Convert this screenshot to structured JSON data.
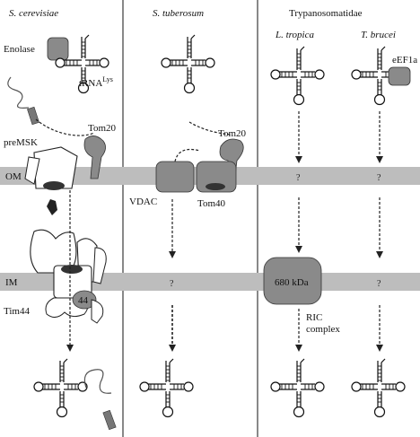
{
  "columns": {
    "col1": "S. cerevisiae",
    "col2": "S. tuberosum",
    "col3": "Trypanosomatidae",
    "col3a": "L. tropica",
    "col3b": "T. brucei"
  },
  "membranes": {
    "om": "OM",
    "im": "IM"
  },
  "labels": {
    "enolase": "Enolase",
    "trna_main": "tRNA",
    "trna_sup": "Lys",
    "tom20_a": "Tom20",
    "premsk": "preMSK",
    "tom20_b": "Tom20",
    "vdac": "VDAC",
    "tom40": "Tom40",
    "tim44": "Tim44",
    "num44": "44",
    "eef1a": "eEF1a",
    "kda680": "680 kDa",
    "ric1": "RIC",
    "ric2": "complex",
    "q1": "?",
    "q2": "?",
    "q3": "?",
    "q4": "?"
  }
}
